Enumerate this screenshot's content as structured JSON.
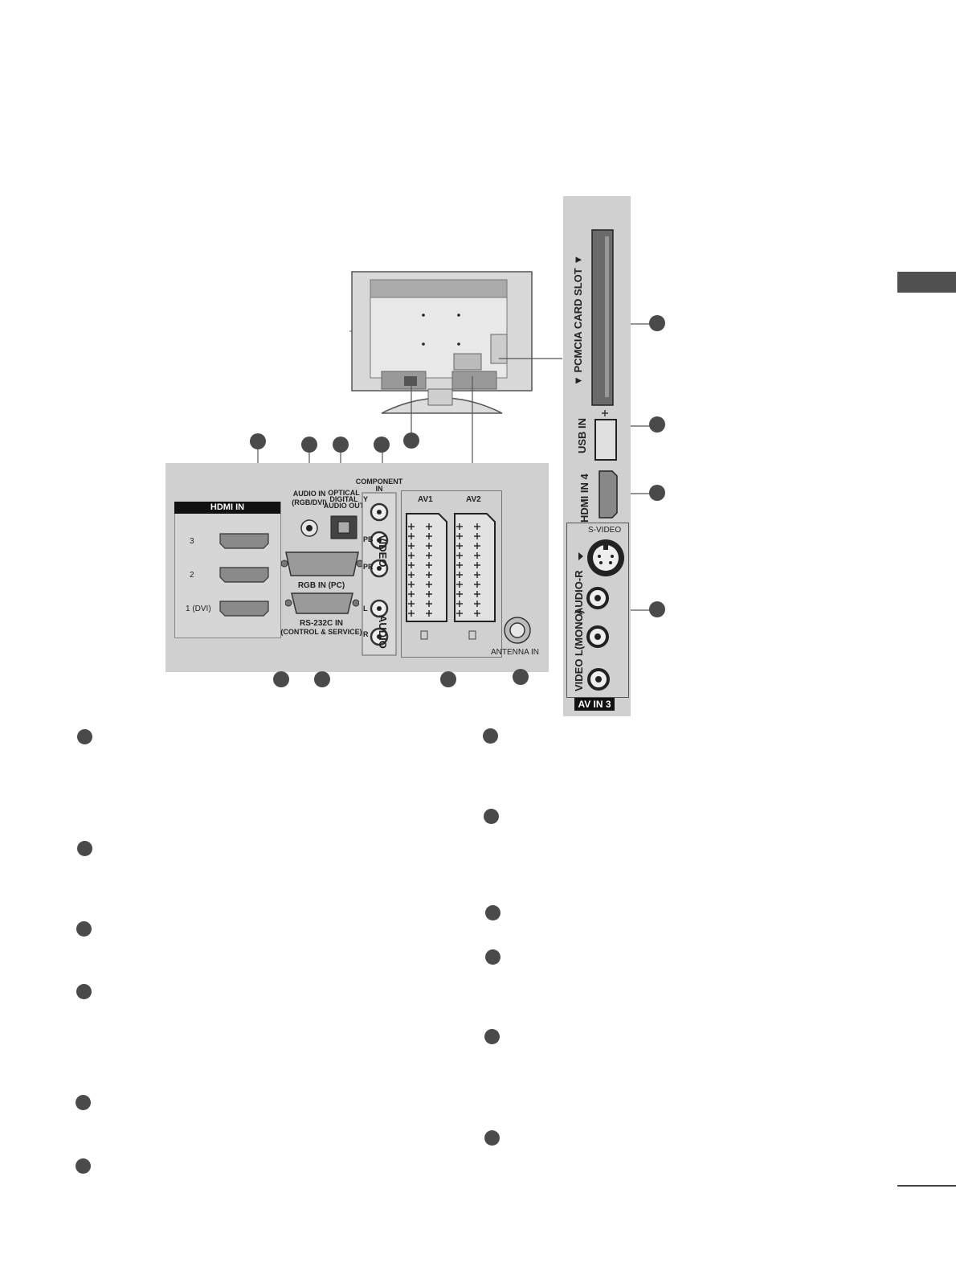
{
  "labels": {
    "hdmi_in": "HDMI IN",
    "hdmi_3": "3",
    "hdmi_2": "2",
    "hdmi_1": "1 (DVI)",
    "audio_in": "AUDIO IN",
    "audio_in_sub": "(RGB/DVI)",
    "optical_1": "OPTICAL",
    "optical_2": "DIGITAL",
    "optical_3": "AUDIO OUT",
    "component_1": "COMPONENT",
    "component_2": "IN",
    "comp_y": "Y",
    "comp_pb": "PB",
    "comp_pr": "PR",
    "comp_l": "L",
    "comp_r": "R",
    "comp_video": "VIDEO",
    "comp_audio": "AUDIO",
    "rgb_in": "RGB IN (PC)",
    "rs232": "RS-232C IN",
    "rs232_sub": "(CONTROL & SERVICE)",
    "av1": "AV1",
    "av2": "AV2",
    "antenna": "ANTENNA IN",
    "pcmcia": "▼ PCMCIA CARD SLOT ▼",
    "usb_in": "USB IN",
    "hdmi_in_4": "HDMI IN 4",
    "s_video": "S-VIDEO",
    "audio_r": "AUDIO-R",
    "l_mono": "L(MONO)",
    "video": "VIDEO",
    "av_in_3": "AV IN 3"
  },
  "colors": {
    "panel": "#d0d0d0",
    "marker": "#4a4a4a",
    "dark": "#111111",
    "line": "#555555"
  }
}
